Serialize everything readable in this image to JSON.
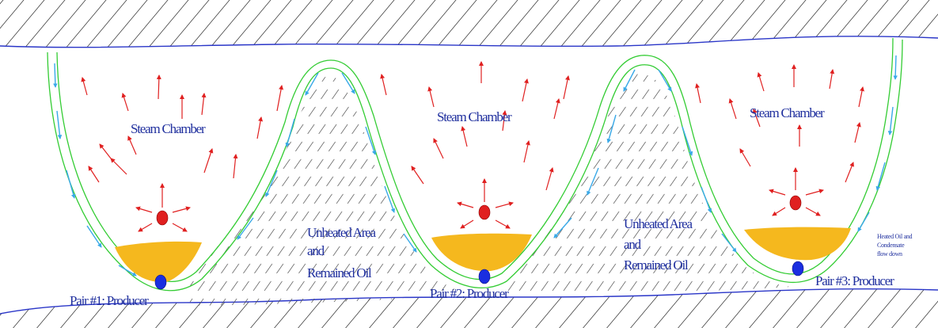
{
  "diagram": {
    "chambers": [
      {
        "label": "Steam Chamber"
      },
      {
        "label": "Steam Chamber"
      },
      {
        "label": "Steam Chamber"
      }
    ],
    "producers": [
      {
        "label": "Pair #1: Producer"
      },
      {
        "label": "Pair #2: Producer"
      },
      {
        "label": "Pair #3: Producer"
      }
    ],
    "unheated_areas": [
      {
        "line1": "Unheated Area",
        "line2": "and",
        "line3": "Remained Oil"
      },
      {
        "line1": "Unheated Area",
        "line2": "and",
        "line3": "Remained Oil"
      }
    ],
    "flow_note": {
      "line1": "Heated Oil and",
      "line2": "Condensate",
      "line3": "flow down"
    }
  },
  "colors": {
    "rock_hatch": "#3a3a3a",
    "boundary_line": "#2a36c8",
    "chamber_edge": "#33cc33",
    "condensate_arrows": "#39a9e8",
    "steam_arrows": "#e02020",
    "injector": "#e02020",
    "producer": "#1a2ee0",
    "oil_pool": "#f5b81e",
    "label_text": "#1f2f9e"
  },
  "icons": {
    "injector": "red-dot-icon",
    "producer": "blue-dot-icon"
  }
}
